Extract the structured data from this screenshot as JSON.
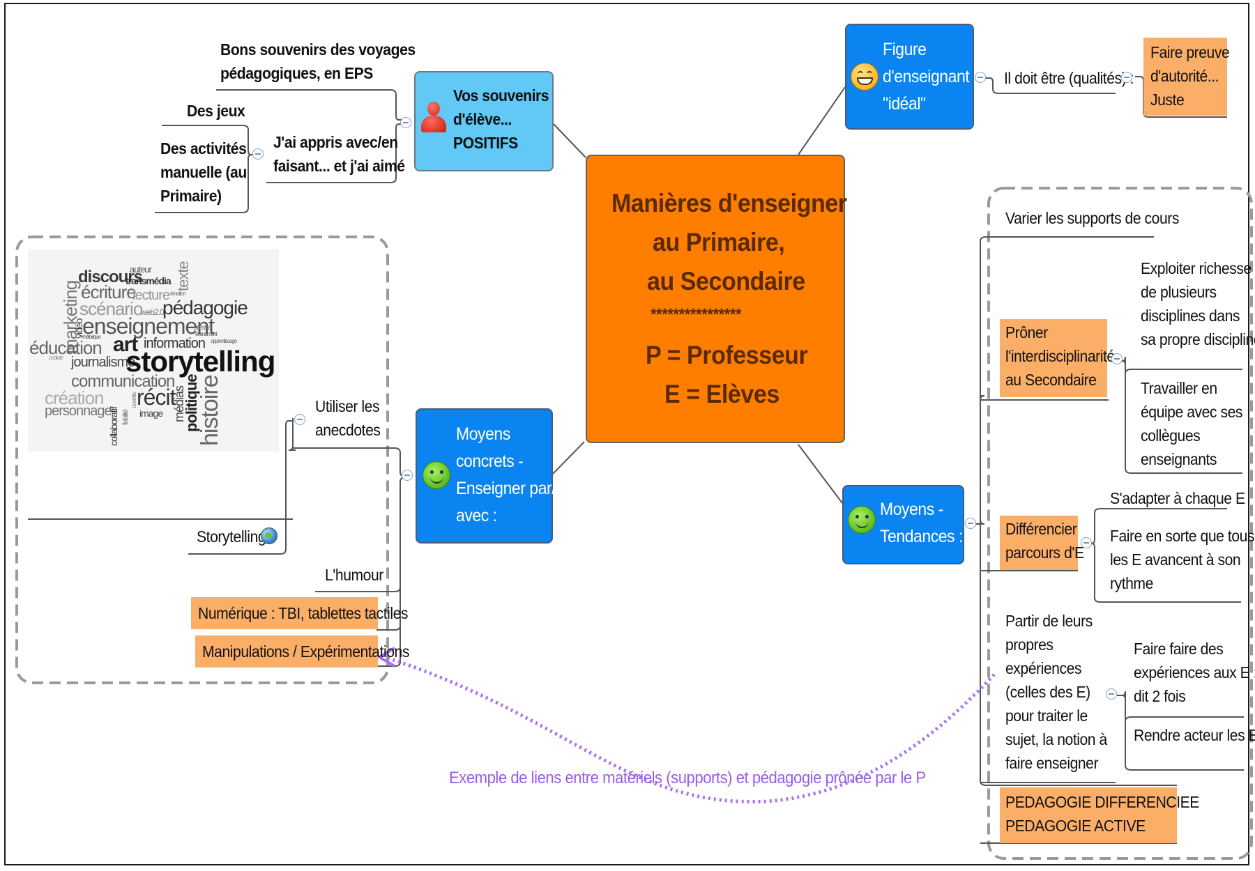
{
  "center": {
    "lines": [
      "Manières d'enseigner",
      "au Primaire,",
      "au Secondaire",
      "****************",
      "P = Professeur",
      "E = Elèves"
    ]
  },
  "souvenirs": {
    "label_lines": [
      "Vos souvenirs",
      "d'élève...",
      "POSITIFS"
    ],
    "voyages_lines": [
      "Bons souvenirs des voyages",
      "pédagogiques, en EPS"
    ],
    "appris_lines": [
      "J'ai appris avec/en",
      "faisant... et j'ai aimé"
    ],
    "jeux": "Des jeux",
    "activites_lines": [
      "Des activités",
      "manuelle (au",
      "Primaire)"
    ]
  },
  "figure": {
    "label_lines": [
      "Figure",
      "d'enseignant",
      "\"idéal\""
    ],
    "qualites": "Il doit être (qualités) :",
    "autorite_lines": [
      "Faire preuve",
      "d'autorité...",
      "Juste"
    ]
  },
  "moyens_concrets": {
    "label_lines": [
      "Moyens",
      "concrets -",
      "Enseigner par/",
      "avec :"
    ],
    "anecdotes_lines": [
      "Utiliser les",
      "anecdotes"
    ],
    "storytelling": "Storytelling",
    "humour": "L'humour",
    "numerique": "Numérique : TBI, tablettes tactiles",
    "manipulations": "Manipulations / Expérimentations"
  },
  "wordcloud": {
    "words": [
      "discours",
      "auteur",
      "transmédia",
      "texte",
      "marketing",
      "écriture",
      "lecture",
      "émotion",
      "scénario",
      "web2.0",
      "pédagogie",
      "vidéo",
      "enseignement",
      "presse",
      "rhétorique",
      "éducation",
      "art",
      "information",
      "événement",
      "apprentissage",
      "publicité",
      "journalisme",
      "storytelling",
      "communication",
      "création",
      "personnage",
      "collaboratif",
      "fiabilité",
      "ouverte",
      "récit",
      "image",
      "médias",
      "politique",
      "histoire"
    ]
  },
  "tendances": {
    "label_lines": [
      "Moyens -",
      "Tendances :"
    ],
    "supports": "Varier les supports de cours",
    "interdisciplinarite_lines": [
      "Prôner",
      "l'interdisciplinarité",
      "au Secondaire"
    ],
    "richesse_lines": [
      "Exploiter richesse",
      "de plusieurs",
      "disciplines dans",
      "sa propre discipline"
    ],
    "equipe_lines": [
      "Travailler en",
      "équipe avec ses",
      "collègues",
      "enseignants"
    ],
    "differencier_lines": [
      "Différencier",
      "parcours d'E"
    ],
    "adapter": "S'adapter à chaque E",
    "rythme_lines": [
      "Faire en sorte que tous",
      "les E avancent à son",
      "rythme"
    ],
    "experiences_lines": [
      "Partir de leurs",
      "propres",
      "expériences",
      "(celles des E)",
      "pour traiter le",
      "sujet, la notion à",
      "faire enseigner"
    ],
    "faire_faire_lines": [
      "Faire faire des",
      "expériences aux E :",
      "dit 2 fois"
    ],
    "acteur": "Rendre acteur les E",
    "pedagogie_lines": [
      "PEDAGOGIE DIFFERENCIEE",
      "PEDAGOGIE ACTIVE"
    ]
  },
  "link_caption": "Exemple de liens entre matériels (supports) et pédagogie prônée par le P",
  "colors": {
    "center": "#ff7e00",
    "blue_node": "#0a84f0",
    "light_blue_node": "#62c8f6",
    "highlight": "#fbae68",
    "link": "#a970ee",
    "connector": "#555555",
    "boundary": "#9a9a9a"
  }
}
